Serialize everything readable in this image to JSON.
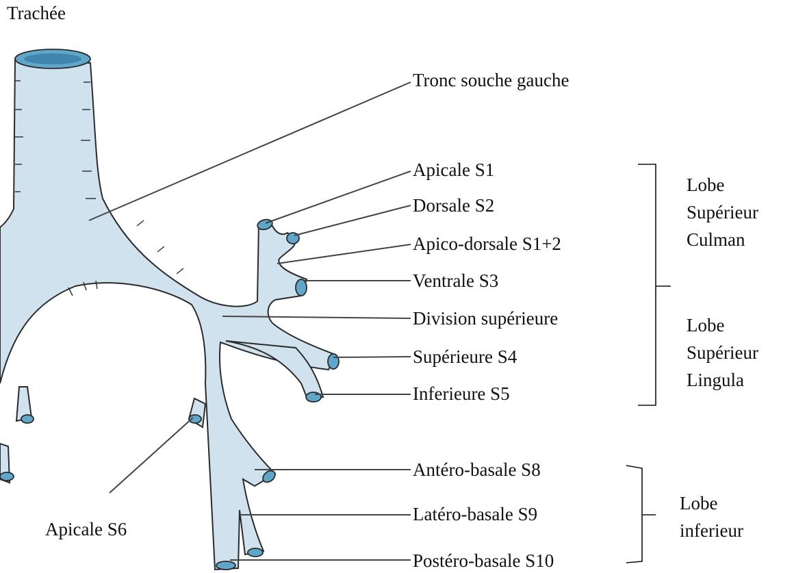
{
  "diagram": {
    "colors": {
      "airway_fill": "#cfe2ee",
      "airway_outline": "#2a2a2a",
      "opening_fill": "#5fa6c8",
      "leader_line": "#444444",
      "text": "#111111"
    },
    "title": "Trachée",
    "labels": {
      "tronc_souche": "Tronc souche gauche",
      "apicale_s1": "Apicale  S1",
      "dorsale_s2": "Dorsale  S2",
      "apico_dorsale": "Apico-dorsale  S1+2",
      "ventrale_s3": "Ventrale  S3",
      "division_superieure": "Division  supérieure",
      "superieure_s4": "Supérieure   S4",
      "inferieure_s5": "Inferieure  S5",
      "antero_basale": "Antéro-basale  S8",
      "latero_basale": "Latéro-basale  S9",
      "postero_basale": "Postéro-basale  S10",
      "apicale_s6": "Apicale  S6"
    },
    "groups": {
      "culmen": [
        "Lobe",
        "Supérieur",
        "Culman"
      ],
      "lingula": [
        "Lobe",
        "Supérieur",
        "Lingula"
      ],
      "lobe_inferieur": [
        "Lobe",
        "inferieur"
      ]
    }
  }
}
